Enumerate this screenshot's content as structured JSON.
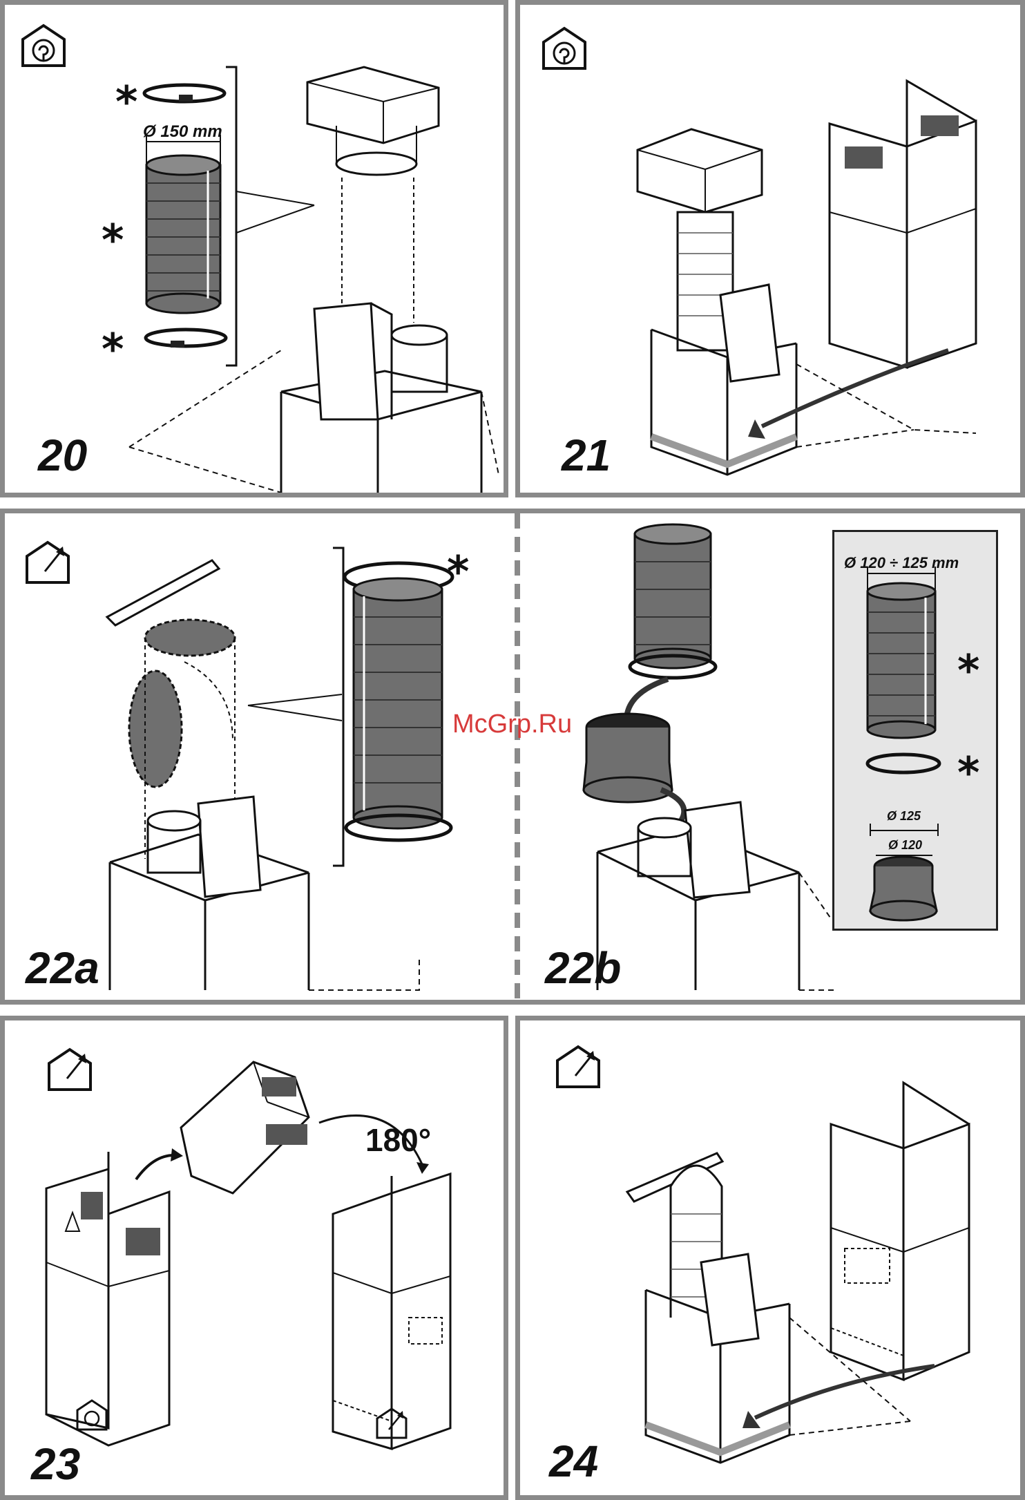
{
  "panels": {
    "p20": {
      "step": "20",
      "diameter": "Ø 150 mm",
      "star1": "*",
      "star2": "*",
      "star3": "*"
    },
    "p21": {
      "step": "21"
    },
    "p22a": {
      "step": "22a",
      "star": "*"
    },
    "p22b": {
      "step": "22b",
      "diameter": "Ø 120 ÷ 125 mm",
      "star1": "*",
      "star2": "*",
      "d125": "Ø 125",
      "d120": "Ø 120"
    },
    "p23": {
      "step": "23",
      "angle": "180°"
    },
    "p24": {
      "step": "24"
    }
  },
  "watermark": "McGrp.Ru",
  "icons": {
    "recirculation": "recirculation-mode-icon",
    "exhaust": "exhaust-mode-icon"
  },
  "colors": {
    "border": "#8a8a8a",
    "duct": "#6f6f6f",
    "inset_bg": "#e6e6e6",
    "watermark": "#d73a3a"
  }
}
